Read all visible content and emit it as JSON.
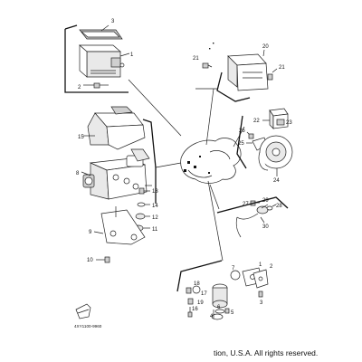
{
  "callouts": {
    "n1": "1",
    "n2": "2",
    "n3": "3",
    "n4": "4",
    "n5": "5",
    "n6": "6",
    "n7": "7",
    "n8": "8",
    "n9": "9",
    "n10": "10",
    "n11": "11",
    "n12": "12",
    "n13": "13",
    "n14": "14",
    "n15": "15",
    "n16": "16",
    "n17": "17",
    "n18": "18",
    "n19": "19",
    "n20": "20",
    "n21a": "21",
    "n21b": "21",
    "n22": "22",
    "n23": "23",
    "n24": "24",
    "n25": "25",
    "n26": "26",
    "n27": "27",
    "n28": "28",
    "n29": "29",
    "n30": "30",
    "n1b": "1"
  },
  "drawing_code": "4XY1100-9960",
  "copyright": "tion, U.S.A. All rights reserved."
}
